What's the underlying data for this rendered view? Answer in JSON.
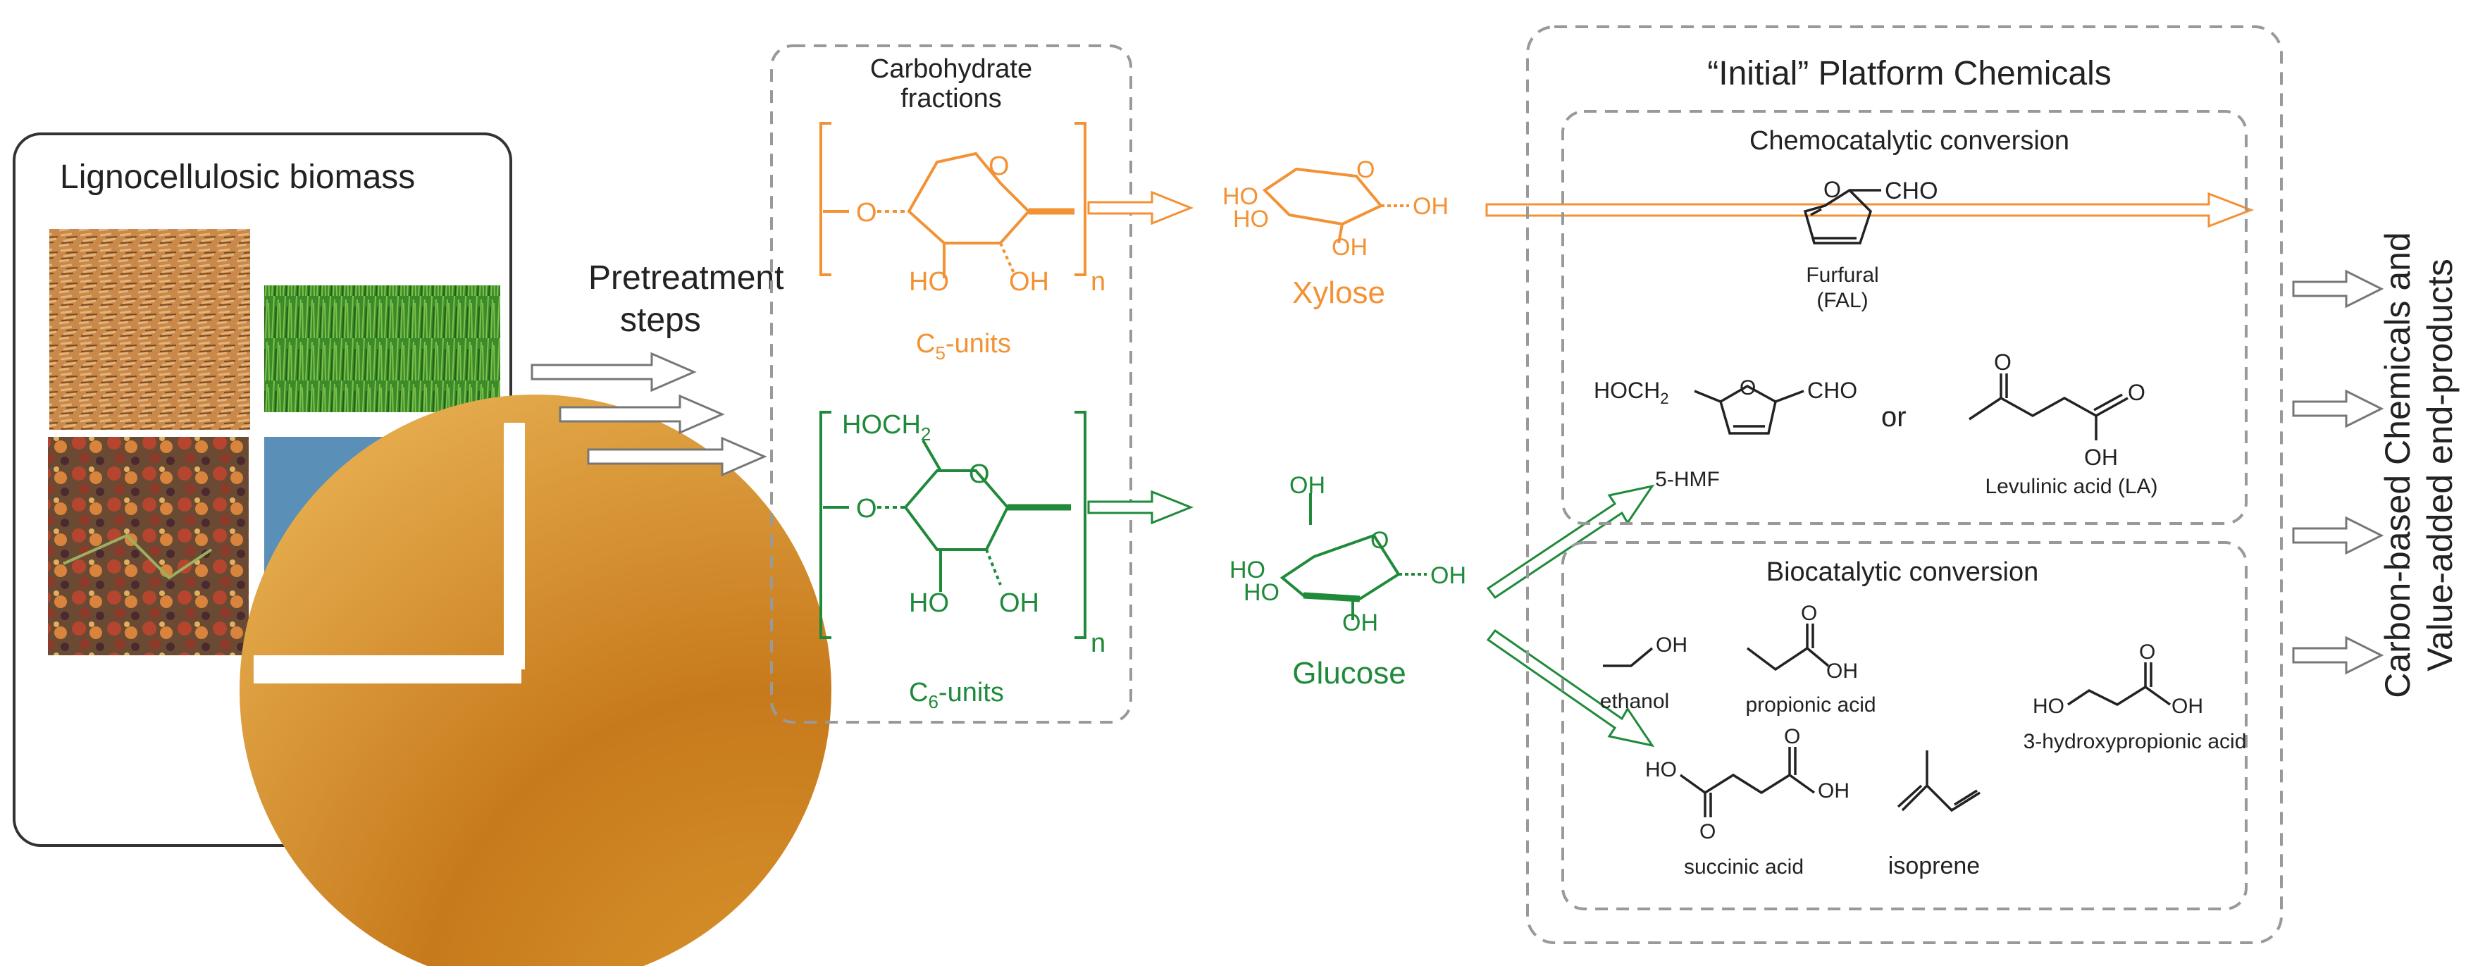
{
  "colors": {
    "c5": "#f39234",
    "c6": "#1f8a3a",
    "box_border": "#999999",
    "text": "#222222"
  },
  "biomass": {
    "title": "Lignocellulosic biomass",
    "photos": [
      "wood-chips-photo",
      "grass-photo",
      "food-waste-photo",
      "hay-bale-photo"
    ]
  },
  "pretreatment": {
    "line1": "Pretreatment",
    "line2": "steps"
  },
  "carbohydrate": {
    "title_line1": "Carbohydrate",
    "title_line2": "fractions",
    "c5": {
      "units_prefix": "C",
      "units_sub": "5",
      "units_suffix": "-units",
      "ho_left": "HO",
      "oh_right": "OH",
      "ring_o": "O",
      "chain_o": "O",
      "subscript_n": "n"
    },
    "c6": {
      "units_prefix": "C",
      "units_sub": "6",
      "units_suffix": "-units",
      "hoch2": "HOCH",
      "hoch2_sub": "2",
      "ho_left": "HO",
      "oh_right": "OH",
      "ring_o": "O",
      "chain_o": "O",
      "subscript_n": "n"
    }
  },
  "sugars": {
    "xylose": {
      "name": "Xylose",
      "ho1": "HO",
      "ho2": "HO",
      "oh_bottom": "OH",
      "oh_right": "OH",
      "ring_o": "O"
    },
    "glucose": {
      "name": "Glucose",
      "oh_top": "OH",
      "ho1": "HO",
      "ho2": "HO",
      "oh_bottom": "OH",
      "oh_right": "OH",
      "ring_o": "O"
    }
  },
  "platform": {
    "title": "“Initial” Platform Chemicals",
    "chemocatalytic": {
      "title": "Chemocatalytic conversion",
      "furfural_cho": "CHO",
      "furfural_o": "O",
      "furfural_name": "Furfural",
      "furfural_abbr": "(FAL)",
      "hmf_left": "HOCH",
      "hmf_left_sub": "2",
      "hmf_right": "CHO",
      "hmf_o": "O",
      "hmf_name": "5-HMF",
      "or_text": "or",
      "la_o": "O",
      "la_oh": "OH",
      "la_name": "Levulinic acid (LA)"
    },
    "biocatalytic": {
      "title": "Biocatalytic conversion",
      "ethanol_oh": "OH",
      "ethanol_name": "ethanol",
      "propionic_o": "O",
      "propionic_oh": "OH",
      "propionic_name": "propionic acid",
      "hp_ho": "HO",
      "hp_o": "O",
      "hp_oh": "OH",
      "hp_name": "3-hydroxypropionic acid",
      "succinic_ho": "HO",
      "succinic_oh": "OH",
      "succinic_o1": "O",
      "succinic_o2": "O",
      "succinic_name": "succinic acid",
      "isoprene_name": "isoprene"
    }
  },
  "output": {
    "line1": "Carbon-based Chemicals and",
    "line2": "Value-added end-products"
  }
}
